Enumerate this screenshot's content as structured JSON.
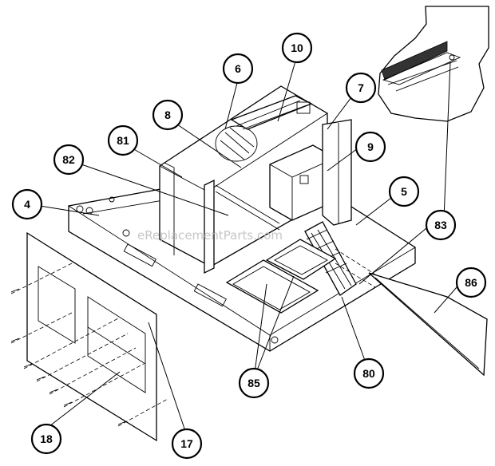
{
  "diagram": {
    "watermark": "eReplacementParts.com",
    "callouts": [
      {
        "id": "c10",
        "label": "10"
      },
      {
        "id": "c6",
        "label": "6"
      },
      {
        "id": "c7",
        "label": "7"
      },
      {
        "id": "c8",
        "label": "8"
      },
      {
        "id": "c81",
        "label": "81"
      },
      {
        "id": "c82",
        "label": "82"
      },
      {
        "id": "c9",
        "label": "9"
      },
      {
        "id": "c4",
        "label": "4"
      },
      {
        "id": "c5",
        "label": "5"
      },
      {
        "id": "c83",
        "label": "83"
      },
      {
        "id": "c86",
        "label": "86"
      },
      {
        "id": "c80",
        "label": "80"
      },
      {
        "id": "c85",
        "label": "85"
      },
      {
        "id": "c18",
        "label": "18"
      },
      {
        "id": "c17",
        "label": "17"
      }
    ]
  }
}
